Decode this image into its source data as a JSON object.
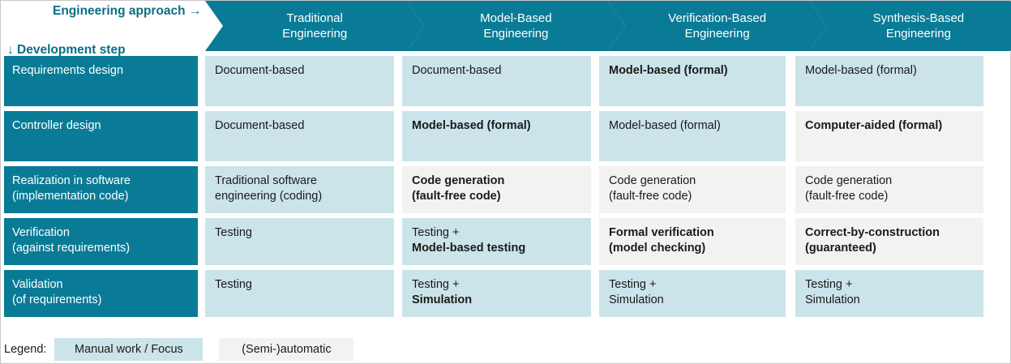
{
  "header": {
    "approach_axis_label": "Engineering approach →",
    "step_axis_label": "↓ Development step",
    "columns": [
      {
        "line1": "Traditional",
        "line2": "Engineering"
      },
      {
        "line1": "Model-Based",
        "line2": "Engineering"
      },
      {
        "line1": "Verification-Based",
        "line2": "Engineering"
      },
      {
        "line1": "Synthesis-Based",
        "line2": "Engineering"
      }
    ]
  },
  "rows": [
    {
      "label_line1": "Requirements design",
      "label_line2": "",
      "cells": [
        {
          "line1": "Document-based",
          "line2": "",
          "style": "manual",
          "bold": false
        },
        {
          "line1": "Document-based",
          "line2": "",
          "style": "manual",
          "bold": false
        },
        {
          "line1": "Model-based (formal)",
          "line2": "",
          "style": "manual",
          "bold": true
        },
        {
          "line1": "Model-based (formal)",
          "line2": "",
          "style": "manual",
          "bold": false
        }
      ]
    },
    {
      "label_line1": "Controller design",
      "label_line2": "",
      "cells": [
        {
          "line1": "Document-based",
          "line2": "",
          "style": "manual",
          "bold": false
        },
        {
          "line1": "Model-based (formal)",
          "line2": "",
          "style": "manual",
          "bold": true
        },
        {
          "line1": "Model-based (formal)",
          "line2": "",
          "style": "manual",
          "bold": false
        },
        {
          "line1": "Computer-aided (formal)",
          "line2": "",
          "style": "auto",
          "bold": true
        }
      ]
    },
    {
      "label_line1": "Realization in software",
      "label_line2": "(implementation code)",
      "cells": [
        {
          "line1": "Traditional software",
          "line2": "engineering (coding)",
          "style": "manual",
          "bold": false
        },
        {
          "line1": "Code generation",
          "line2": "(fault-free code)",
          "style": "auto",
          "bold": true
        },
        {
          "line1": "Code generation",
          "line2": "(fault-free code)",
          "style": "auto",
          "bold": false
        },
        {
          "line1": "Code generation",
          "line2": "(fault-free code)",
          "style": "auto",
          "bold": false
        }
      ]
    },
    {
      "label_line1": "Verification",
      "label_line2": "(against requirements)",
      "cells": [
        {
          "line1": "Testing",
          "line2": "",
          "style": "manual",
          "bold": false
        },
        {
          "line1": "Testing +",
          "line2": "Model-based testing",
          "style": "manual",
          "bold": false,
          "bold_line2": true
        },
        {
          "line1": "Formal verification",
          "line2": "(model checking)",
          "style": "auto",
          "bold": true
        },
        {
          "line1": "Correct-by-construction",
          "line2": "(guaranteed)",
          "style": "auto",
          "bold": true
        }
      ]
    },
    {
      "label_line1": "Validation",
      "label_line2": "(of requirements)",
      "cells": [
        {
          "line1": "Testing",
          "line2": "",
          "style": "manual",
          "bold": false
        },
        {
          "line1": "Testing +",
          "line2": "Simulation",
          "style": "manual",
          "bold": false,
          "bold_line2": true
        },
        {
          "line1": "Testing +",
          "line2": "Simulation",
          "style": "manual",
          "bold": false
        },
        {
          "line1": "Testing +",
          "line2": "Simulation",
          "style": "manual",
          "bold": false
        }
      ]
    }
  ],
  "legend": {
    "title": "Legend:",
    "items": [
      {
        "label": "Manual work / Focus",
        "style": "manual"
      },
      {
        "label": "(Semi-)automatic",
        "style": "auto"
      }
    ]
  },
  "colors": {
    "teal": "#0a7b96",
    "teal_text": "#0a6e87",
    "manual_bg": "#cbe4ea",
    "auto_bg": "#f2f2f2",
    "text": "#1a1a1a",
    "white": "#ffffff"
  }
}
